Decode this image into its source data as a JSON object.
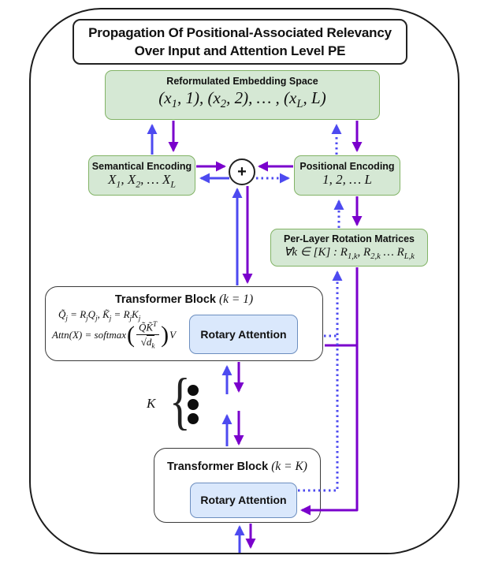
{
  "header": {
    "line1": "Propagation Of Positional-Associated Relevancy",
    "line2": "Over Input and Attention Level PE"
  },
  "reformulated": {
    "title": "Reformulated Embedding Space",
    "math": "(x_{1}, 1), (x_{2}, 2), … , (x_{L}, L)"
  },
  "semantical": {
    "title": "Semantical Encoding",
    "math": "X_{1}, X_{2}, … X_{L}"
  },
  "positional": {
    "title": "Positional Encoding",
    "math": "1, 2, … L"
  },
  "combiner": {
    "symbol": "+"
  },
  "per_layer": {
    "title": "Per-Layer Rotation Matrices",
    "math": "∀k ∈ [K] : R_{1,k}, R_{2,k} … R_{L,k}"
  },
  "block1": {
    "title": "Transformer Block",
    "title_suffix": "(k = 1)",
    "eq1": "Q̃_{j} = R_{j}Q_{j},  K̃_{j} = R_{j}K_{j}",
    "attn_prefix": "Attn(X) = softmax",
    "open_paren": "(",
    "numerator": "Q̃K̃^{T}",
    "sqrt_sign": "√",
    "denominator": "d_{k}",
    "close_paren": ")",
    "suffix": "V",
    "rotary": "Rotary Attention"
  },
  "blockK": {
    "title": "Transformer Block",
    "title_suffix": "(k = K)",
    "rotary": "Rotary Attention"
  },
  "stack": {
    "label": "K",
    "brace": "{"
  },
  "colors": {
    "arrow_blue": "#4d4af0",
    "arrow_purple": "#7a00cc",
    "box_green_fill": "#d5e8d4",
    "box_green_stroke": "#82b366",
    "box_blue_fill": "#dae8fc",
    "box_blue_stroke": "#6c8ebf"
  }
}
